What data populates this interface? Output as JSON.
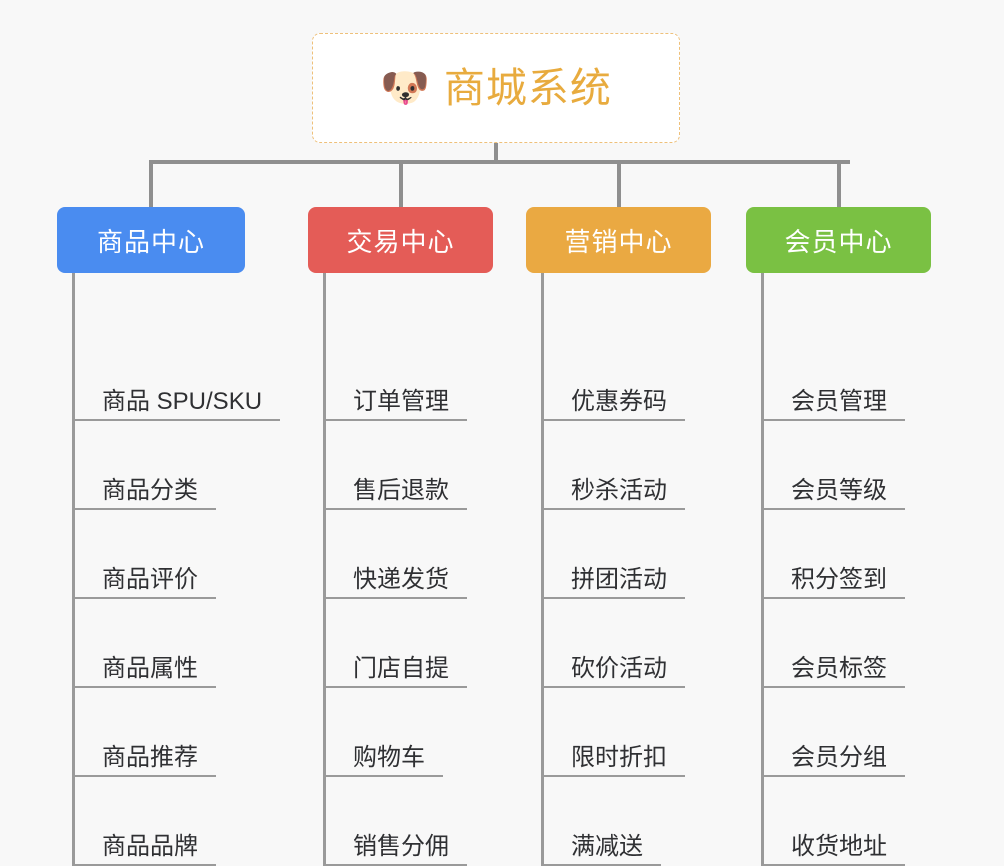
{
  "canvas": {
    "background": "#f8f8f8",
    "connector_color": "#8f8f8f"
  },
  "root": {
    "icon": "shiba-dog-face-emoji",
    "emoji": "🐶",
    "title": "商城系统",
    "title_color": "#e8ab3e",
    "border_color": "#eec07a",
    "background": "#ffffff"
  },
  "branches": [
    {
      "id": "product-center",
      "label": "商品中心",
      "color": "#4a8cf0",
      "items": [
        {
          "label": "商品 SPU/SKU"
        },
        {
          "label": "商品分类"
        },
        {
          "label": "商品评价"
        },
        {
          "label": "商品属性"
        },
        {
          "label": "商品推荐"
        },
        {
          "label": "商品品牌"
        }
      ]
    },
    {
      "id": "trade-center",
      "label": "交易中心",
      "color": "#e45c57",
      "items": [
        {
          "label": "订单管理"
        },
        {
          "label": "售后退款"
        },
        {
          "label": "快递发货"
        },
        {
          "label": "门店自提"
        },
        {
          "label": "购物车"
        },
        {
          "label": "销售分佣"
        }
      ]
    },
    {
      "id": "marketing-center",
      "label": "营销中心",
      "color": "#eaa942",
      "items": [
        {
          "label": "优惠券码"
        },
        {
          "label": "秒杀活动"
        },
        {
          "label": "拼团活动"
        },
        {
          "label": "砍价活动"
        },
        {
          "label": "限时折扣"
        },
        {
          "label": "满减送"
        }
      ]
    },
    {
      "id": "member-center",
      "label": "会员中心",
      "color": "#7ac143",
      "items": [
        {
          "label": "会员管理"
        },
        {
          "label": "会员等级"
        },
        {
          "label": "积分签到"
        },
        {
          "label": "会员标签"
        },
        {
          "label": "会员分组"
        },
        {
          "label": "收货地址"
        }
      ]
    }
  ]
}
